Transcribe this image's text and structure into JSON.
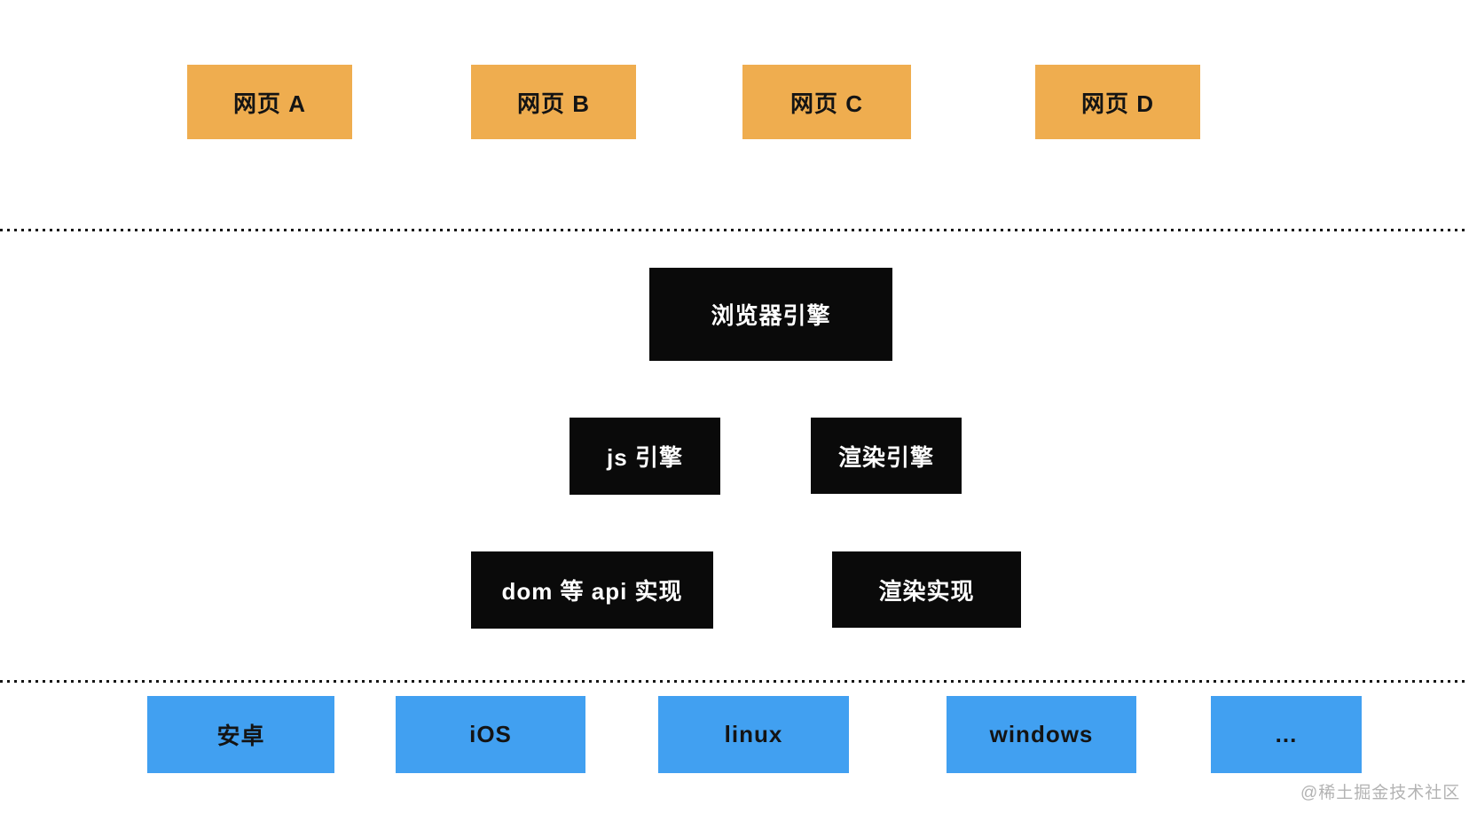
{
  "colors": {
    "box-orange": "#efad4f",
    "box-black": "#0a0a0a",
    "box-blue": "#41a0f1",
    "line": "#161616",
    "watermark": "#b3b3b3"
  },
  "diagram": {
    "webpages": [
      {
        "label": "网页 A"
      },
      {
        "label": "网页 B"
      },
      {
        "label": "网页 C"
      },
      {
        "label": "网页 D"
      }
    ],
    "browser_engine": {
      "label": "浏览器引擎"
    },
    "engine_components": [
      {
        "label": "js 引擎"
      },
      {
        "label": "渲染引擎"
      }
    ],
    "implementations": [
      {
        "label": "dom 等 api 实现"
      },
      {
        "label": "渲染实现"
      }
    ],
    "platforms": [
      {
        "label": "安卓"
      },
      {
        "label": "iOS"
      },
      {
        "label": "linux"
      },
      {
        "label": "windows"
      },
      {
        "label": "..."
      }
    ],
    "watermark": "@稀土掘金技术社区"
  }
}
